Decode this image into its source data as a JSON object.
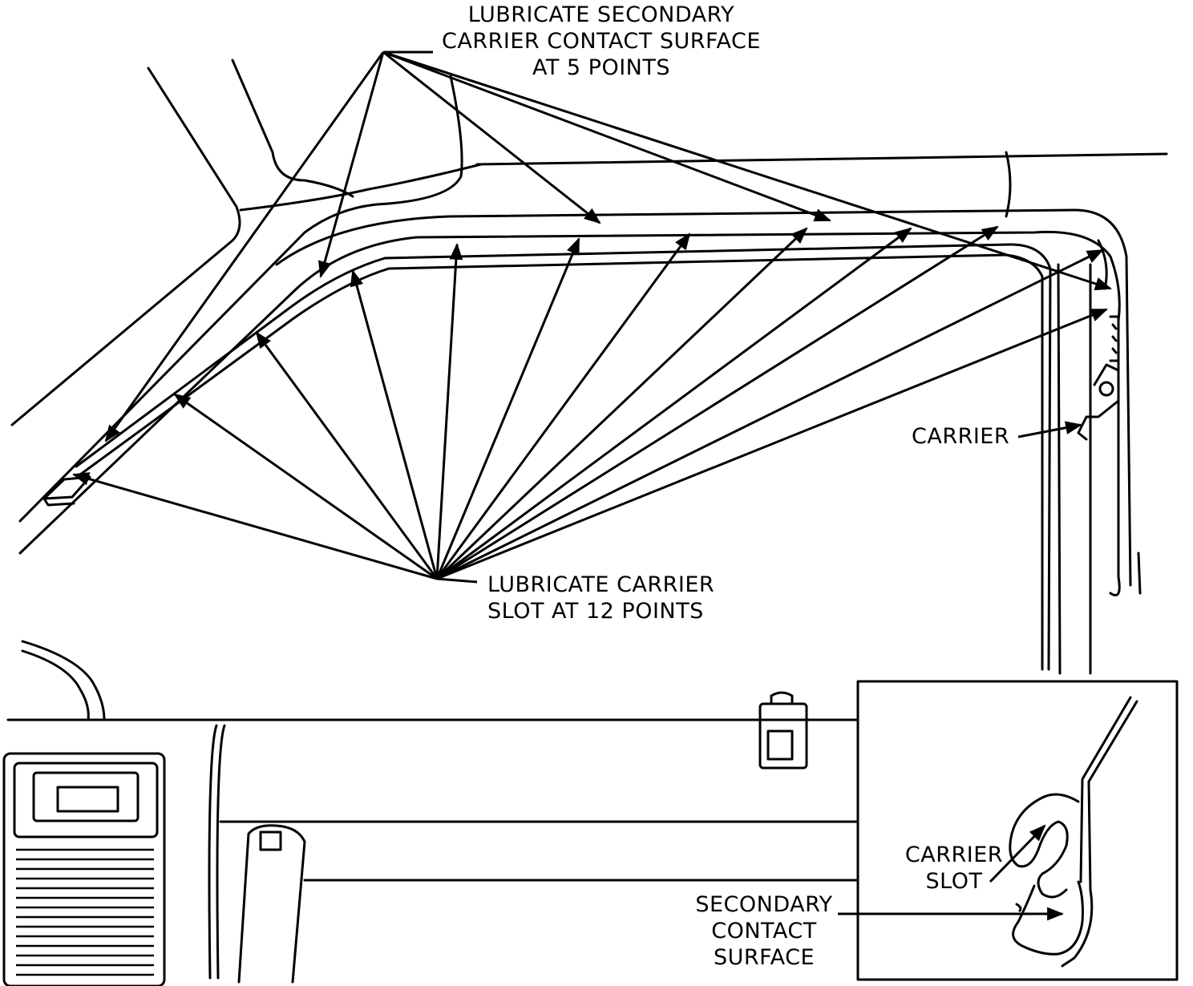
{
  "labels": {
    "secondary_top": [
      "LUBRICATE SECONDARY",
      "CARRIER CONTACT SURFACE",
      "AT 5 POINTS"
    ],
    "carrier_slot_main": [
      "LUBRICATE CARRIER",
      "SLOT AT 12 POINTS"
    ],
    "carrier": "CARRIER",
    "inset_carrier_slot": [
      "CARRIER",
      "SLOT"
    ],
    "inset_secondary": [
      "SECONDARY",
      "CONTACT",
      "SURFACE"
    ]
  }
}
